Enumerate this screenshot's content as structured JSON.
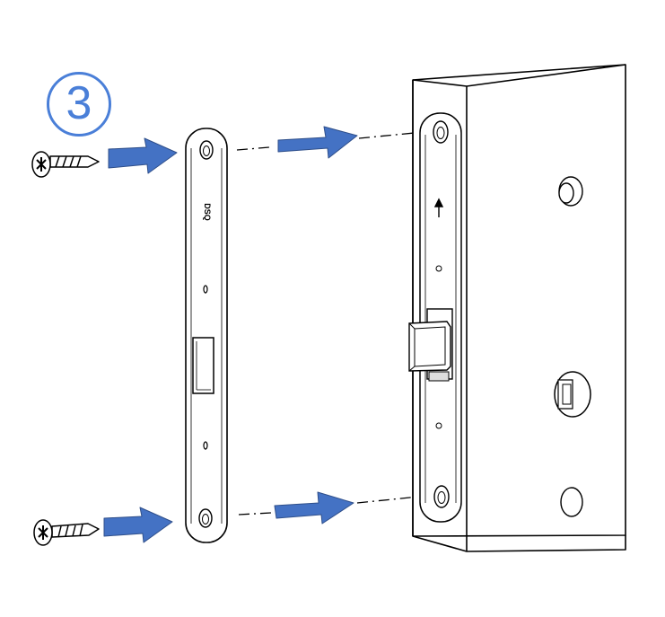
{
  "step": {
    "number": "3"
  },
  "faceplate": {
    "stamp": "DSQ"
  },
  "colors": {
    "arrow": "#4472c4",
    "arrow_outline": "#2f4f8a",
    "step_accent": "#4a7fd8",
    "line": "#000000"
  },
  "icons": [
    "screw-icon",
    "arrow-right-icon",
    "dash-dot-alignment-line"
  ]
}
